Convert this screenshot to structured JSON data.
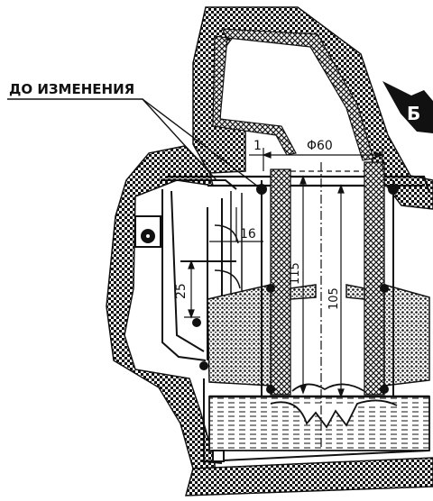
{
  "labels": {
    "before_change": "ДО ИЗМЕНЕНИЯ",
    "view_marker": "Б",
    "dim_1": "1",
    "dim_diameter": "Φ60",
    "dim_16": "16",
    "dim_25": "25",
    "dim_115": "115",
    "dim_105": "105"
  },
  "colors": {
    "ink": "#111111",
    "background": "#ffffff"
  }
}
